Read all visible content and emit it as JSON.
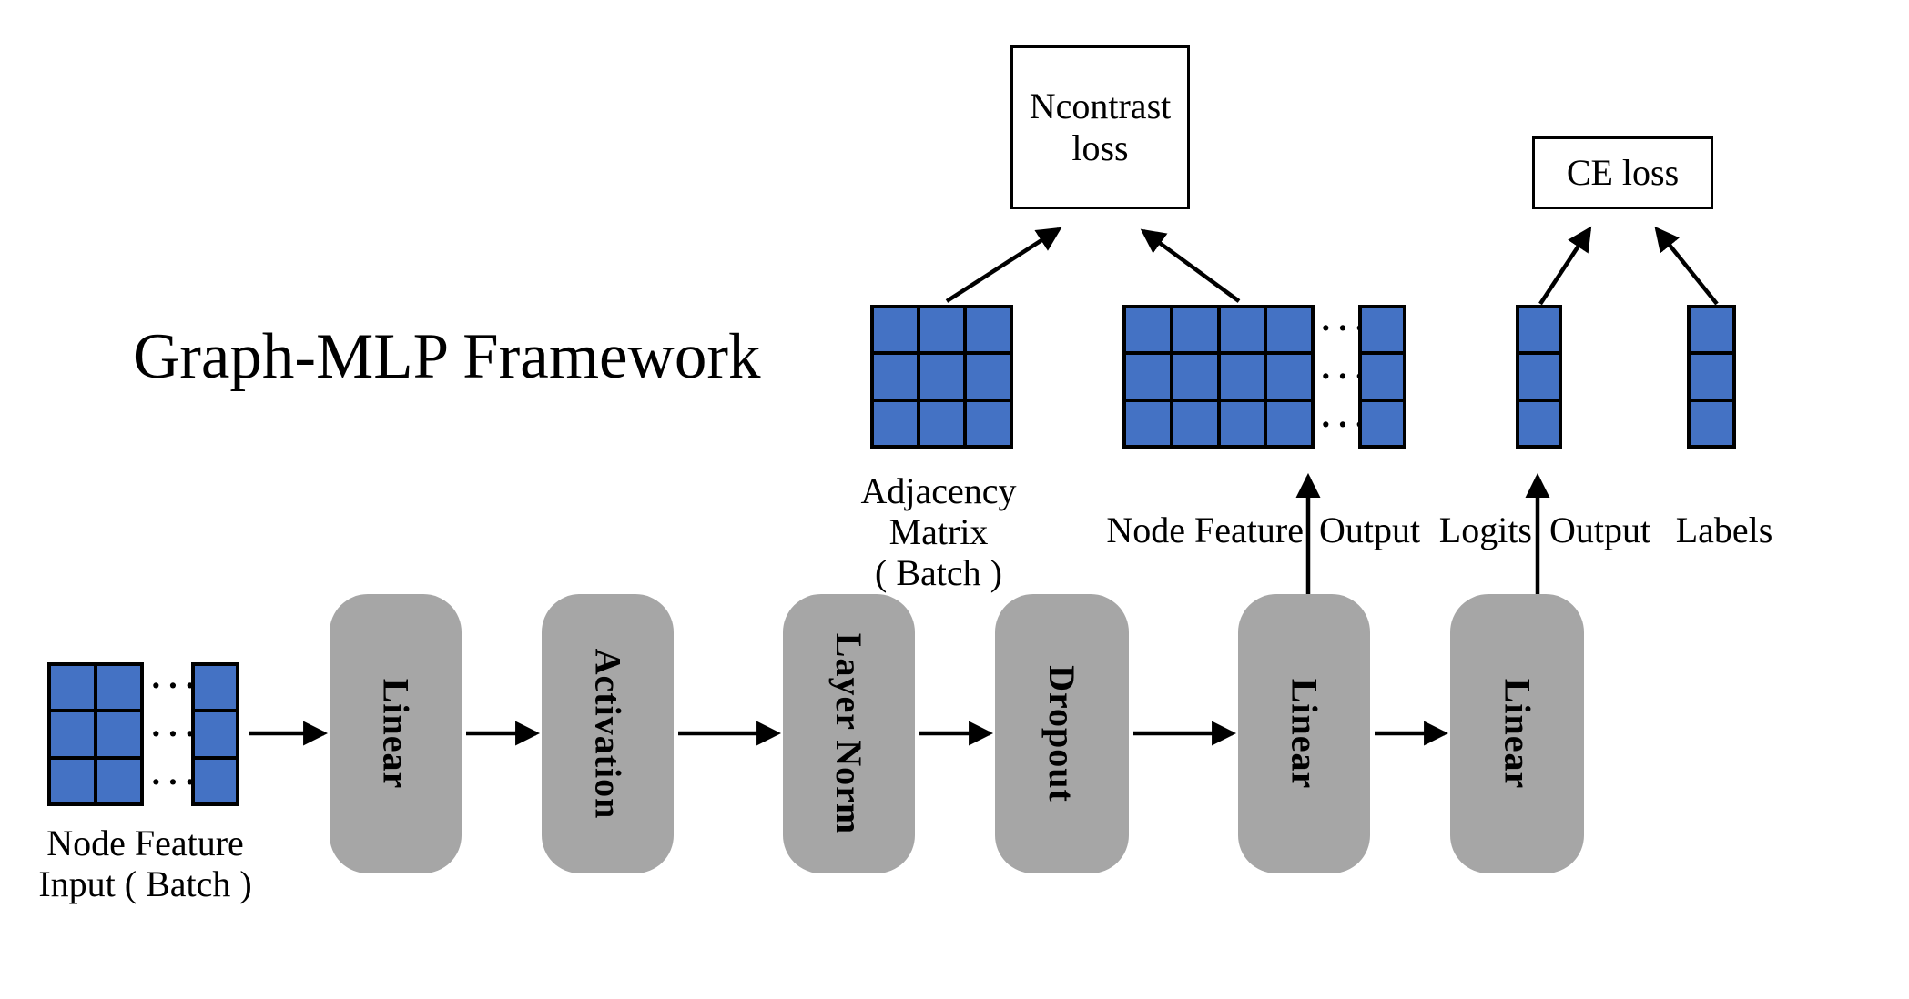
{
  "diagram_title": "Graph-MLP Framework",
  "colors": {
    "matrix-blue": "#4472c4",
    "block-gray": "#a6a6a6",
    "line-black": "#000000",
    "background": "#ffffff"
  },
  "pipeline": {
    "blocks": [
      {
        "label": "Linear"
      },
      {
        "label": "Activation"
      },
      {
        "label": "Layer Norm"
      },
      {
        "label": "Dropout"
      },
      {
        "label": "Linear"
      },
      {
        "label": "Linear"
      }
    ]
  },
  "losses": {
    "ncontrast": {
      "lines": [
        "Ncontrast",
        "loss"
      ]
    },
    "ce": {
      "label": "CE loss"
    }
  },
  "matrices": {
    "input": {
      "rows": 3,
      "cols": 2,
      "extra_cols": 1,
      "dots": "···",
      "label_lines": [
        "Node Feature",
        "Input ( Batch )"
      ]
    },
    "adjacency": {
      "rows": 3,
      "cols": 3,
      "label_lines": [
        "Adjacency",
        "Matrix",
        "( Batch )"
      ]
    },
    "node_feature_output": {
      "rows": 3,
      "cols": 4,
      "extra_cols": 1,
      "dots": "···",
      "label_left": "Node Feature",
      "label_right": "Output"
    },
    "logits": {
      "rows": 3,
      "cols": 1,
      "label_left": "Logits",
      "label_right": "Output"
    },
    "labels": {
      "rows": 3,
      "cols": 1,
      "label": "Labels"
    }
  }
}
